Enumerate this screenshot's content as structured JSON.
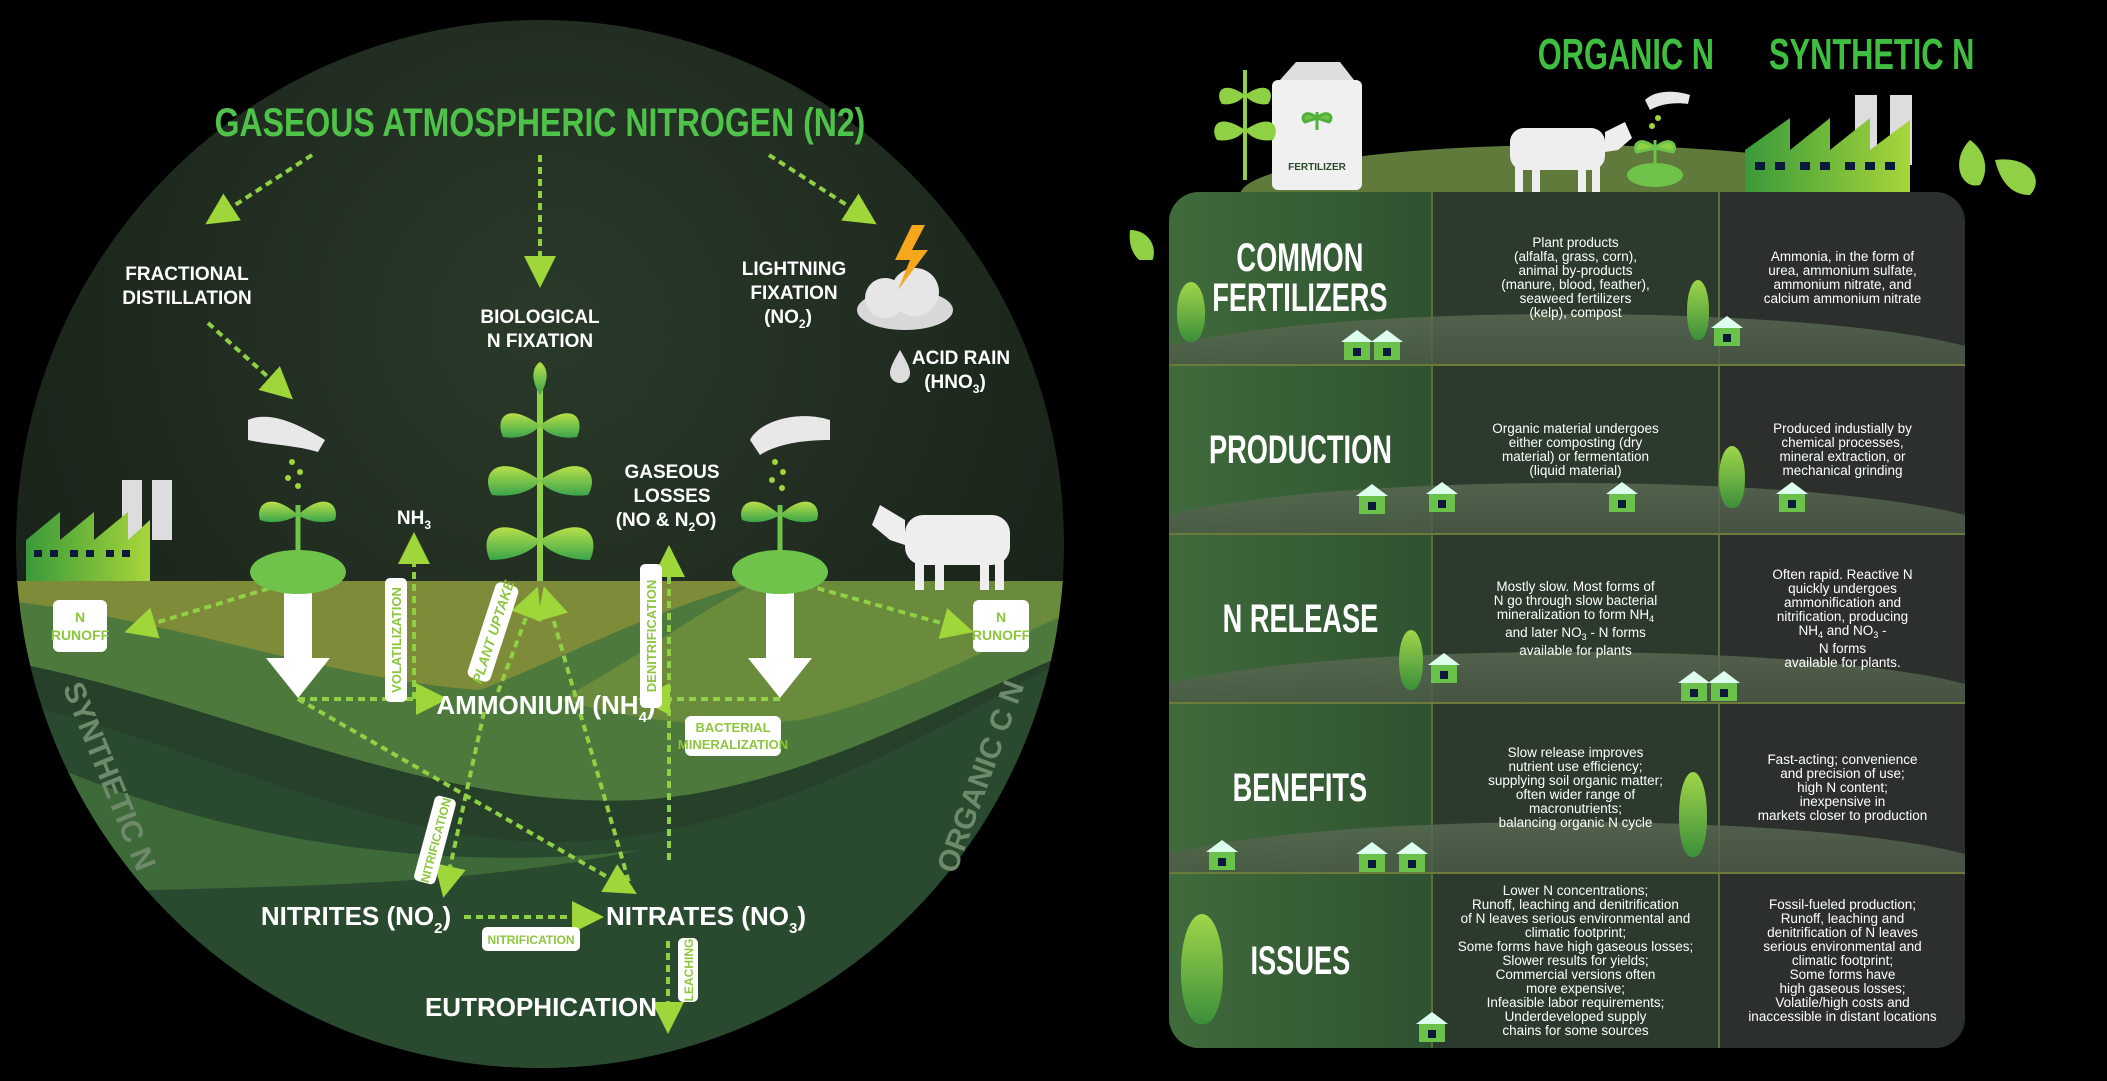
{
  "cycle": {
    "title": "GASEOUS ATMOSPHERIC NITROGEN (N2)",
    "fractional_distillation": [
      "FRACTIONAL",
      "DISTILLATION"
    ],
    "biological_fixation": [
      "BIOLOGICAL",
      "N FIXATION"
    ],
    "lightning_fixation": {
      "line1": "LIGHTNING",
      "line2": "FIXATION",
      "line3": "(NO",
      "sub": "2",
      "end": ")"
    },
    "acid_rain": {
      "line1": "ACID RAIN",
      "line2": "(HNO",
      "sub": "3",
      "end": ")"
    },
    "nh3": {
      "main": "NH",
      "sub": "3"
    },
    "gaseous_losses": {
      "line1": "GASEOUS",
      "line2": "LOSSES",
      "line3a": "(NO & N",
      "sub": "2",
      "line3b": "O)"
    },
    "n_runoff_left": [
      "N",
      "RUNOFF"
    ],
    "n_runoff_right": [
      "N",
      "RUNOFF"
    ],
    "volatilization": "VOLATILIZATION",
    "plant_uptake": "PLANT UPTAKE",
    "denitrification": "DENITRIFICATION",
    "bacterial_mineralization": [
      "BACTERIAL",
      "MINERALIZATION"
    ],
    "ammonium": {
      "main": "AMMONIUM  (NH",
      "sub": "4",
      "end": ")"
    },
    "nitrites": {
      "main": "NITRITES (NO",
      "sub": "2",
      "end": ")"
    },
    "nitrates": {
      "main": "NITRATES (NO",
      "sub": "3",
      "end": ")"
    },
    "nitrification_diag": "NITRIFICATION",
    "nitrification_horiz": "NITRIFICATION",
    "leaching": "LEACHING",
    "eutrophication": "EUTROPHICATION",
    "synthetic_n": "SYNTHETIC N",
    "organic_c_n": "ORGANIC C N",
    "fertilizer_bag_label": "FERTILIZER"
  },
  "comparison": {
    "headers": {
      "organic": "ORGANIC N",
      "synthetic": "SYNTHETIC N"
    },
    "colors": {
      "header": "#3fbf3f",
      "accent": "#8dc63f"
    },
    "rows": [
      {
        "label": "COMMON\nFERTILIZERS",
        "organic": [
          "Plant products\n(alfalfa, grass, corn),\nanimal by-products\n(manure, blood, feather),\nseaweed fertilizers\n(kelp), compost"
        ],
        "synthetic": [
          "Ammonia, in the form of\nurea, ammonium sulfate,\nammonium nitrate, and\ncalcium ammonium nitrate"
        ]
      },
      {
        "label": "PRODUCTION",
        "organic": [
          "Organic material undergoes\neither composting (dry\nmaterial) or fermentation\n(liquid material)"
        ],
        "synthetic": [
          "Produced industially by\nchemical processes,\nmineral extraction, or\nmechanical grinding"
        ]
      },
      {
        "label": "N RELEASE",
        "organic": [
          "Mostly slow. Most forms of\nN go through slow bacterial\nmineralization to form NH",
          "4",
          "\nand later NO",
          "3",
          " - N forms\navailable for plants"
        ],
        "synthetic": [
          "Often rapid. Reactive N\nquickly undergoes\nammonification and\nnitrification, producing\nNH",
          "4",
          " and NO",
          "3",
          " -\nN forms\navailable for plants."
        ]
      },
      {
        "label": "BENEFITS",
        "organic": [
          "Slow release improves\nnutrient use efficiency;\nsupplying soil organic matter;\noften wider range of\nmacronutrients;\nbalancing organic N cycle"
        ],
        "synthetic": [
          "Fast-acting; convenience\nand precision of use;\nhigh N content;\ninexpensive in\nmarkets closer to production"
        ]
      },
      {
        "label": "ISSUES",
        "organic": [
          "Lower N concentrations;\nRunoff, leaching and denitrification\nof N leaves serious environmental and\nclimatic footprint;\nSome forms have high gaseous losses;\nSlower results for yields;\nCommercial versions often\nmore expensive;\nInfeasible labor requirements;\nUnderdeveloped supply\nchains for some sources"
        ],
        "synthetic": [
          "Fossil-fueled production;\nRunoff, leaching and\ndenitrification of N leaves\nserious environmental and\nclimatic footprint;\nSome forms have\nhigh gaseous losses;\nVolatile/high costs and\ninaccessible in distant locations"
        ]
      }
    ]
  }
}
